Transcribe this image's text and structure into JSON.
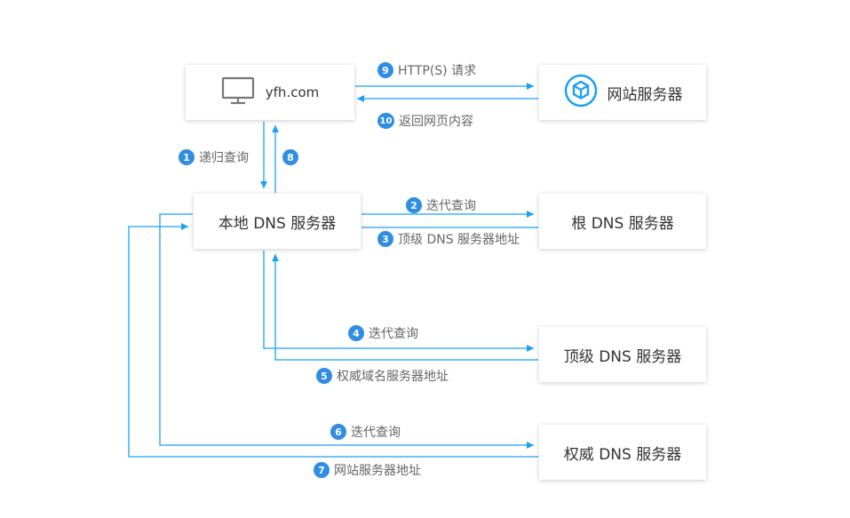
{
  "nodes": {
    "client": "yfh.com",
    "web_server": "网站服务器",
    "local_dns": "本地 DNS 服务器",
    "root_dns": "根 DNS 服务器",
    "tld_dns": "顶级 DNS 服务器",
    "auth_dns": "权威 DNS 服务器"
  },
  "steps": [
    {
      "num": "1",
      "text": "递归查询"
    },
    {
      "num": "2",
      "text": "迭代查询"
    },
    {
      "num": "3",
      "text": "顶级 DNS 服务器地址"
    },
    {
      "num": "4",
      "text": "迭代查询"
    },
    {
      "num": "5",
      "text": "权威域名服务器地址"
    },
    {
      "num": "6",
      "text": "迭代查询"
    },
    {
      "num": "7",
      "text": "网站服务器地址"
    },
    {
      "num": "8",
      "text": ""
    },
    {
      "num": "9",
      "text": "HTTP(S) 请求"
    },
    {
      "num": "10",
      "text": "返回网页内容"
    }
  ],
  "colors": {
    "arrow": "#1aa0f5",
    "badge": "#2f8de4",
    "label": "#666666",
    "node_text": "#333333"
  },
  "icons": {
    "client": "monitor-icon",
    "web_server": "cube-logo-icon"
  }
}
